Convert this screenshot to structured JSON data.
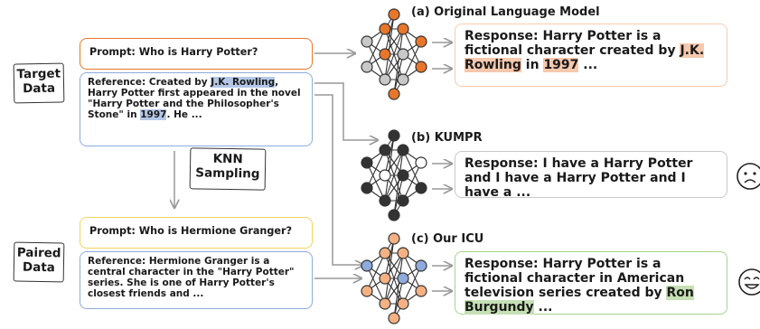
{
  "left": {
    "target_label": "Target\nData",
    "paired_label": "Paired\nData",
    "knn_label": "KNN\nSampling",
    "target_prompt": "Prompt: Who is Harry Potter?",
    "target_ref": {
      "before": "Reference: Created by ",
      "hl1": "J.K. Rowling",
      "mid": ", Harry Potter first appeared in the novel \"Harry Potter and the Philosopher's Stone\" in ",
      "hl2": "1997",
      "after": ". He ..."
    },
    "paired_prompt": "Prompt: Who is Hermione Granger?",
    "paired_ref": "Reference: Hermione Granger is a central character in the \"Harry Potter\" series. She is one of Harry Potter's closest friends and ..."
  },
  "panels": {
    "a": {
      "title": "(a) Original Language Model",
      "resp_before": "Response: Harry Potter is a fictional character created by ",
      "resp_hl": "J.K. Rowling",
      "resp_mid": " in ",
      "resp_hl2": "1997",
      "resp_after": " ..."
    },
    "b": {
      "title": "(b) KUMPR",
      "resp": "Response:  I have a Harry Potter and I have a Harry Potter and I have a ..."
    },
    "c": {
      "title": "(c) Our ICU",
      "resp_before": "Response: Harry Potter is a fictional character in American television series created by ",
      "resp_hl": "Ron Burgundy",
      "resp_after": " ..."
    }
  },
  "colors": {
    "orange": "#e8762a",
    "orange_light": "#f4b183",
    "blue_border": "#8faadc",
    "yellow": "#f2d35b",
    "dark": "#333333",
    "green_border": "#a9d18e",
    "gray": "#c8c8c8"
  },
  "icons": [
    "neural-network-icon",
    "sad-face-icon",
    "smile-face-icon",
    "arrow-icon"
  ]
}
